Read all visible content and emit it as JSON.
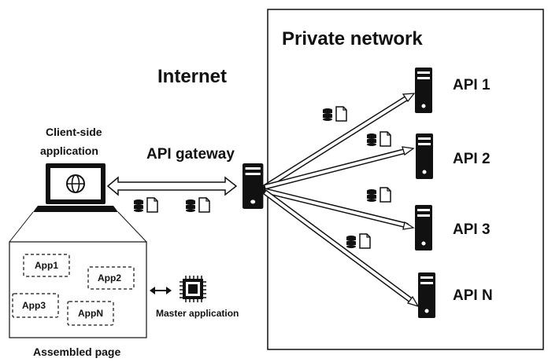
{
  "internet_label": "Internet",
  "private_network": {
    "title": "Private network"
  },
  "client": {
    "label_line1": "Client-side",
    "label_line2": "application"
  },
  "gateway": {
    "label": "API gateway"
  },
  "apis": [
    {
      "label": "API 1"
    },
    {
      "label": "API 2"
    },
    {
      "label": "API 3"
    },
    {
      "label": "API N"
    }
  ],
  "assembled_page": {
    "label": "Assembled page",
    "apps": [
      "App1",
      "App2",
      "App3",
      "AppN"
    ]
  },
  "master": {
    "label": "Master application"
  },
  "icons": {
    "laptop": "laptop-globe-icon",
    "server": "server-icon",
    "data": "database-document-icon",
    "chip": "cpu-chip-icon",
    "arrow": "double-arrow-icon"
  },
  "colors": {
    "line": "#111111",
    "arrow_fill": "#ffffff",
    "background": "#ffffff"
  }
}
